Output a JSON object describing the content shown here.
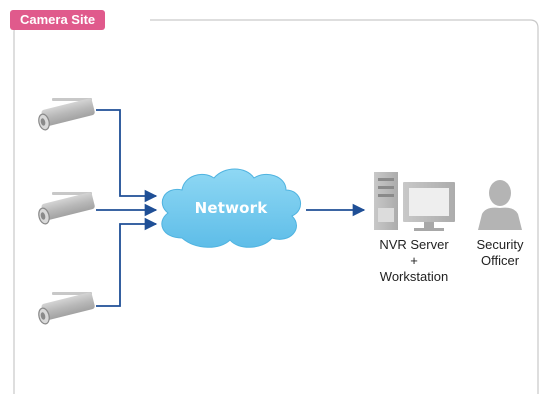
{
  "site_label": "Camera Site",
  "network_label": "Network",
  "nvr_caption": {
    "line1": "NVR Server",
    "line2": "+",
    "line3": "Workstation"
  },
  "officer_caption": {
    "line1": "Security",
    "line2": "Officer"
  },
  "icons": {
    "camera": "camera-icon",
    "cloud": "cloud-icon",
    "server": "server-tower-icon",
    "monitor": "monitor-icon",
    "person": "person-icon"
  },
  "colors": {
    "tab": "#e05a8c",
    "frame": "#c9c9c9",
    "connector": "#1f4f96",
    "cloud": "#79cdee",
    "cloud_edge": "#4fb3e0",
    "device": "#bdbdbd",
    "device_dark": "#8a8a8a"
  }
}
